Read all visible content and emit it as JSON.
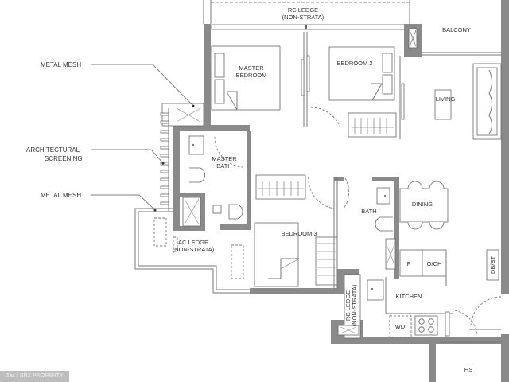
{
  "floorplan": {
    "rooms": {
      "rc_ledge_top": "RC LEDGE",
      "rc_ledge_top_sub": "(NON-STRATA)",
      "balcony": "BALCONY",
      "master_bedroom_l1": "MASTER",
      "master_bedroom_l2": "BEDROOM",
      "bedroom_2": "BEDROOM 2",
      "living": "LIVING",
      "master_bath_l1": "MASTER",
      "master_bath_l2": "BATH",
      "bath": "BATH",
      "dining": "DINING",
      "bedroom_3": "BEDROOM 3",
      "ac_ledge": "AC LEDGE",
      "ac_ledge_sub": "(NON-STRATA)",
      "fridge": "F",
      "och": "O/CH",
      "dbst": "DB/ST",
      "kitchen": "KITCHEN",
      "wd": "WD",
      "rc_ledge_side": "RC LEDGE",
      "rc_ledge_side_sub": "(NON-STRATA)",
      "hs": "HS"
    },
    "callouts": {
      "metal_mesh_1": "METAL MESH",
      "architectural_screening_l1": "ARCHITECTURAL",
      "architectural_screening_l2": "SCREENING",
      "metal_mesh_2": "METAL MESH"
    }
  },
  "watermark": "Zac | SRX PROPERTY",
  "colors": {
    "wall": "#8a8a8a",
    "line": "#777777",
    "text": "#333333",
    "background": "#ffffff"
  }
}
